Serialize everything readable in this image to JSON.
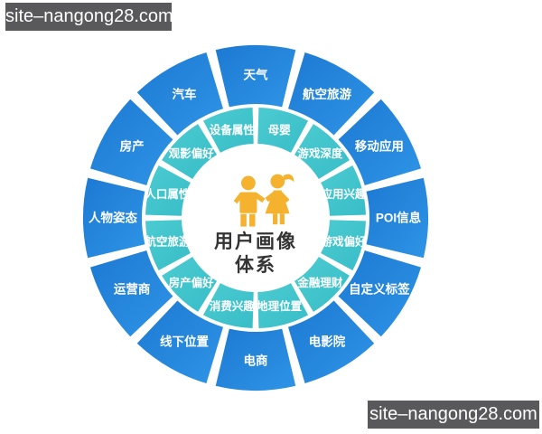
{
  "watermark": {
    "text": "site–nangong28.com",
    "bg": "#59595b",
    "fg": "#ffffff"
  },
  "icons": {
    "center": "man-woman-couple-icon"
  },
  "colors": {
    "background": "#ffffff",
    "icon": "#F4B22F",
    "center_text": "#333333",
    "segment_text": "#ffffff",
    "watermark_bg": "#59595b"
  },
  "chart_data": {
    "type": "donut-wheel-diagram",
    "title": "用户画像体系",
    "center": {
      "line1": "用户画像",
      "line2": "体系"
    },
    "legend_position": "none",
    "rings": [
      {
        "name": "outer",
        "start_angle": -15,
        "color_start": "#1d79d2",
        "color_end": "#2e94e6",
        "labels": [
          "天气",
          "航空旅游",
          "移动应用",
          "POI信息",
          "自定义标签",
          "电影院",
          "电商",
          "线下位置",
          "运营商",
          "人物姿态",
          "房产",
          "汽车"
        ]
      },
      {
        "name": "inner",
        "start_angle": 0,
        "color_start": "#4ccbd1",
        "color_end": "#38bdc7",
        "labels": [
          "母婴",
          "游戏深度",
          "应用兴趣",
          "游戏偏好",
          "金融理财",
          "地理位置",
          "消费兴趣",
          "房产偏好",
          "航空旅游",
          "人口属性",
          "观影偏好",
          "设备属性"
        ]
      }
    ]
  }
}
